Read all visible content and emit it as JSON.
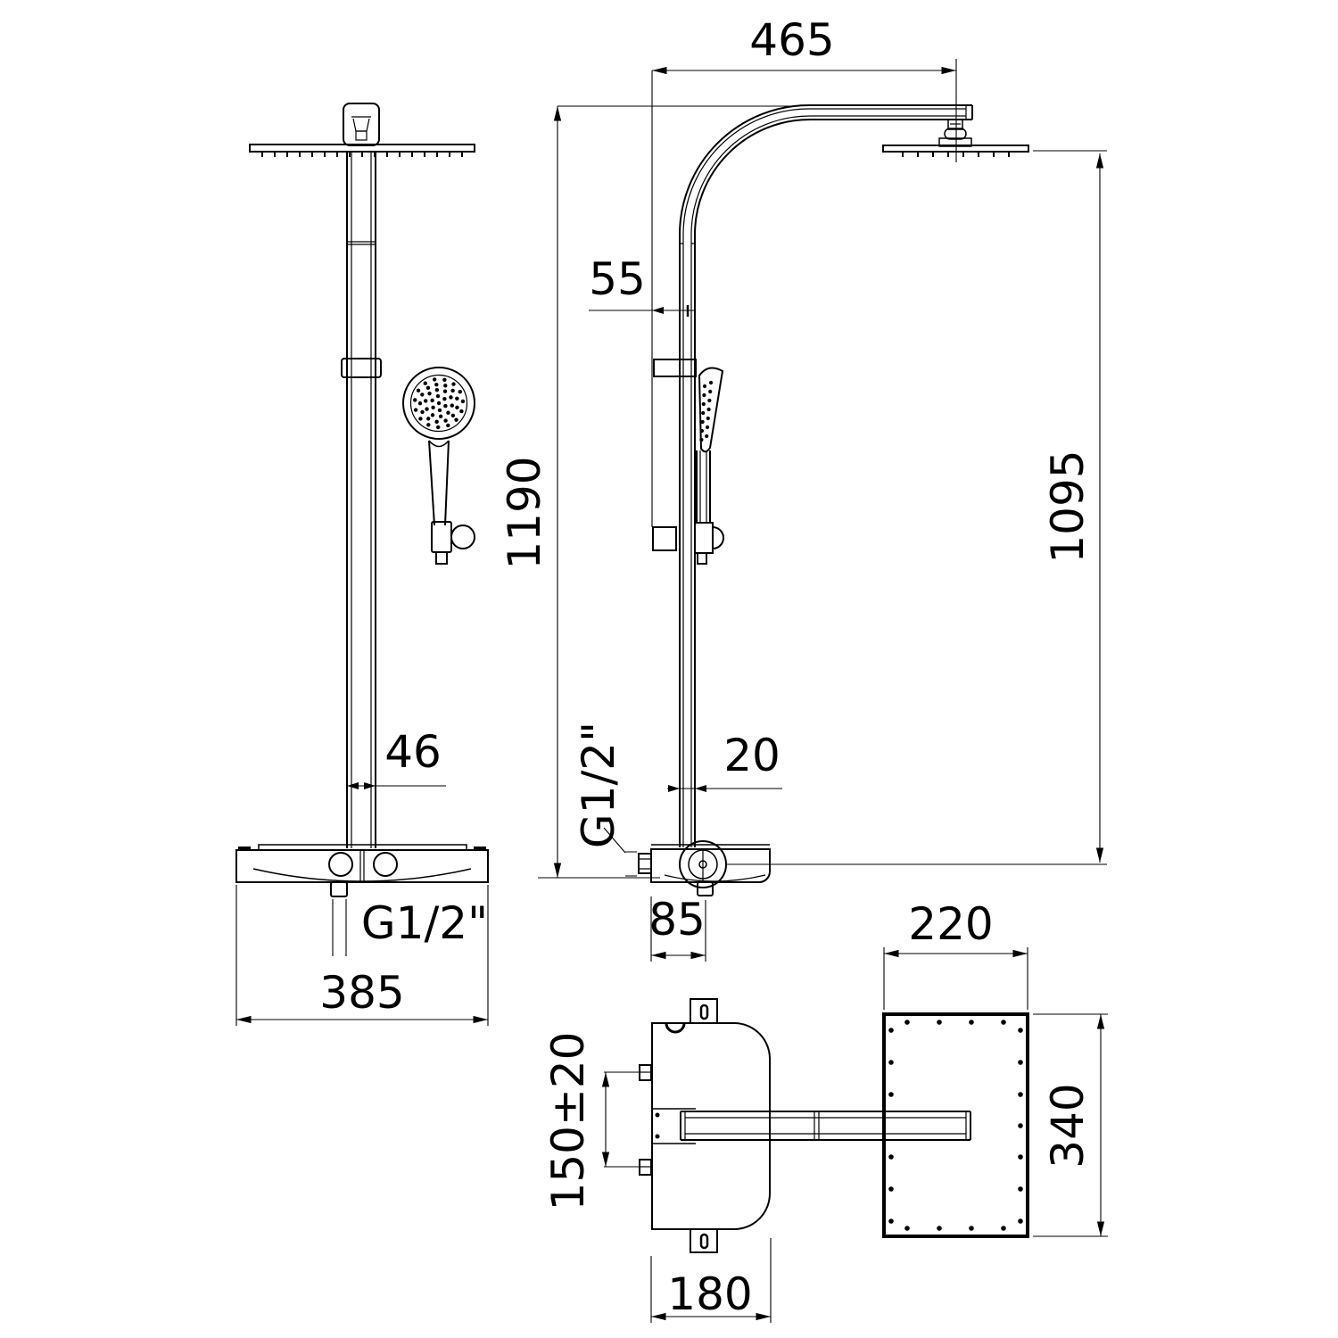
{
  "drawing": {
    "front_view": {
      "dims": {
        "total_height": "1190",
        "column_width": "46",
        "outlet_thread": "G1/2\"",
        "base_width": "385"
      }
    },
    "side_view": {
      "dims": {
        "arm_reach": "465",
        "wall_to_column": "55",
        "head_to_shelf": "1095",
        "column_depth": "20",
        "inlet_thread": "G1/2\"",
        "shelf_depth": "85"
      }
    },
    "top_view": {
      "dims": {
        "head_width": "220",
        "head_length": "340",
        "body_width": "180",
        "inlet_spacing": "150±20"
      }
    },
    "colors": {
      "line": "#000000",
      "background": "#ffffff"
    }
  }
}
